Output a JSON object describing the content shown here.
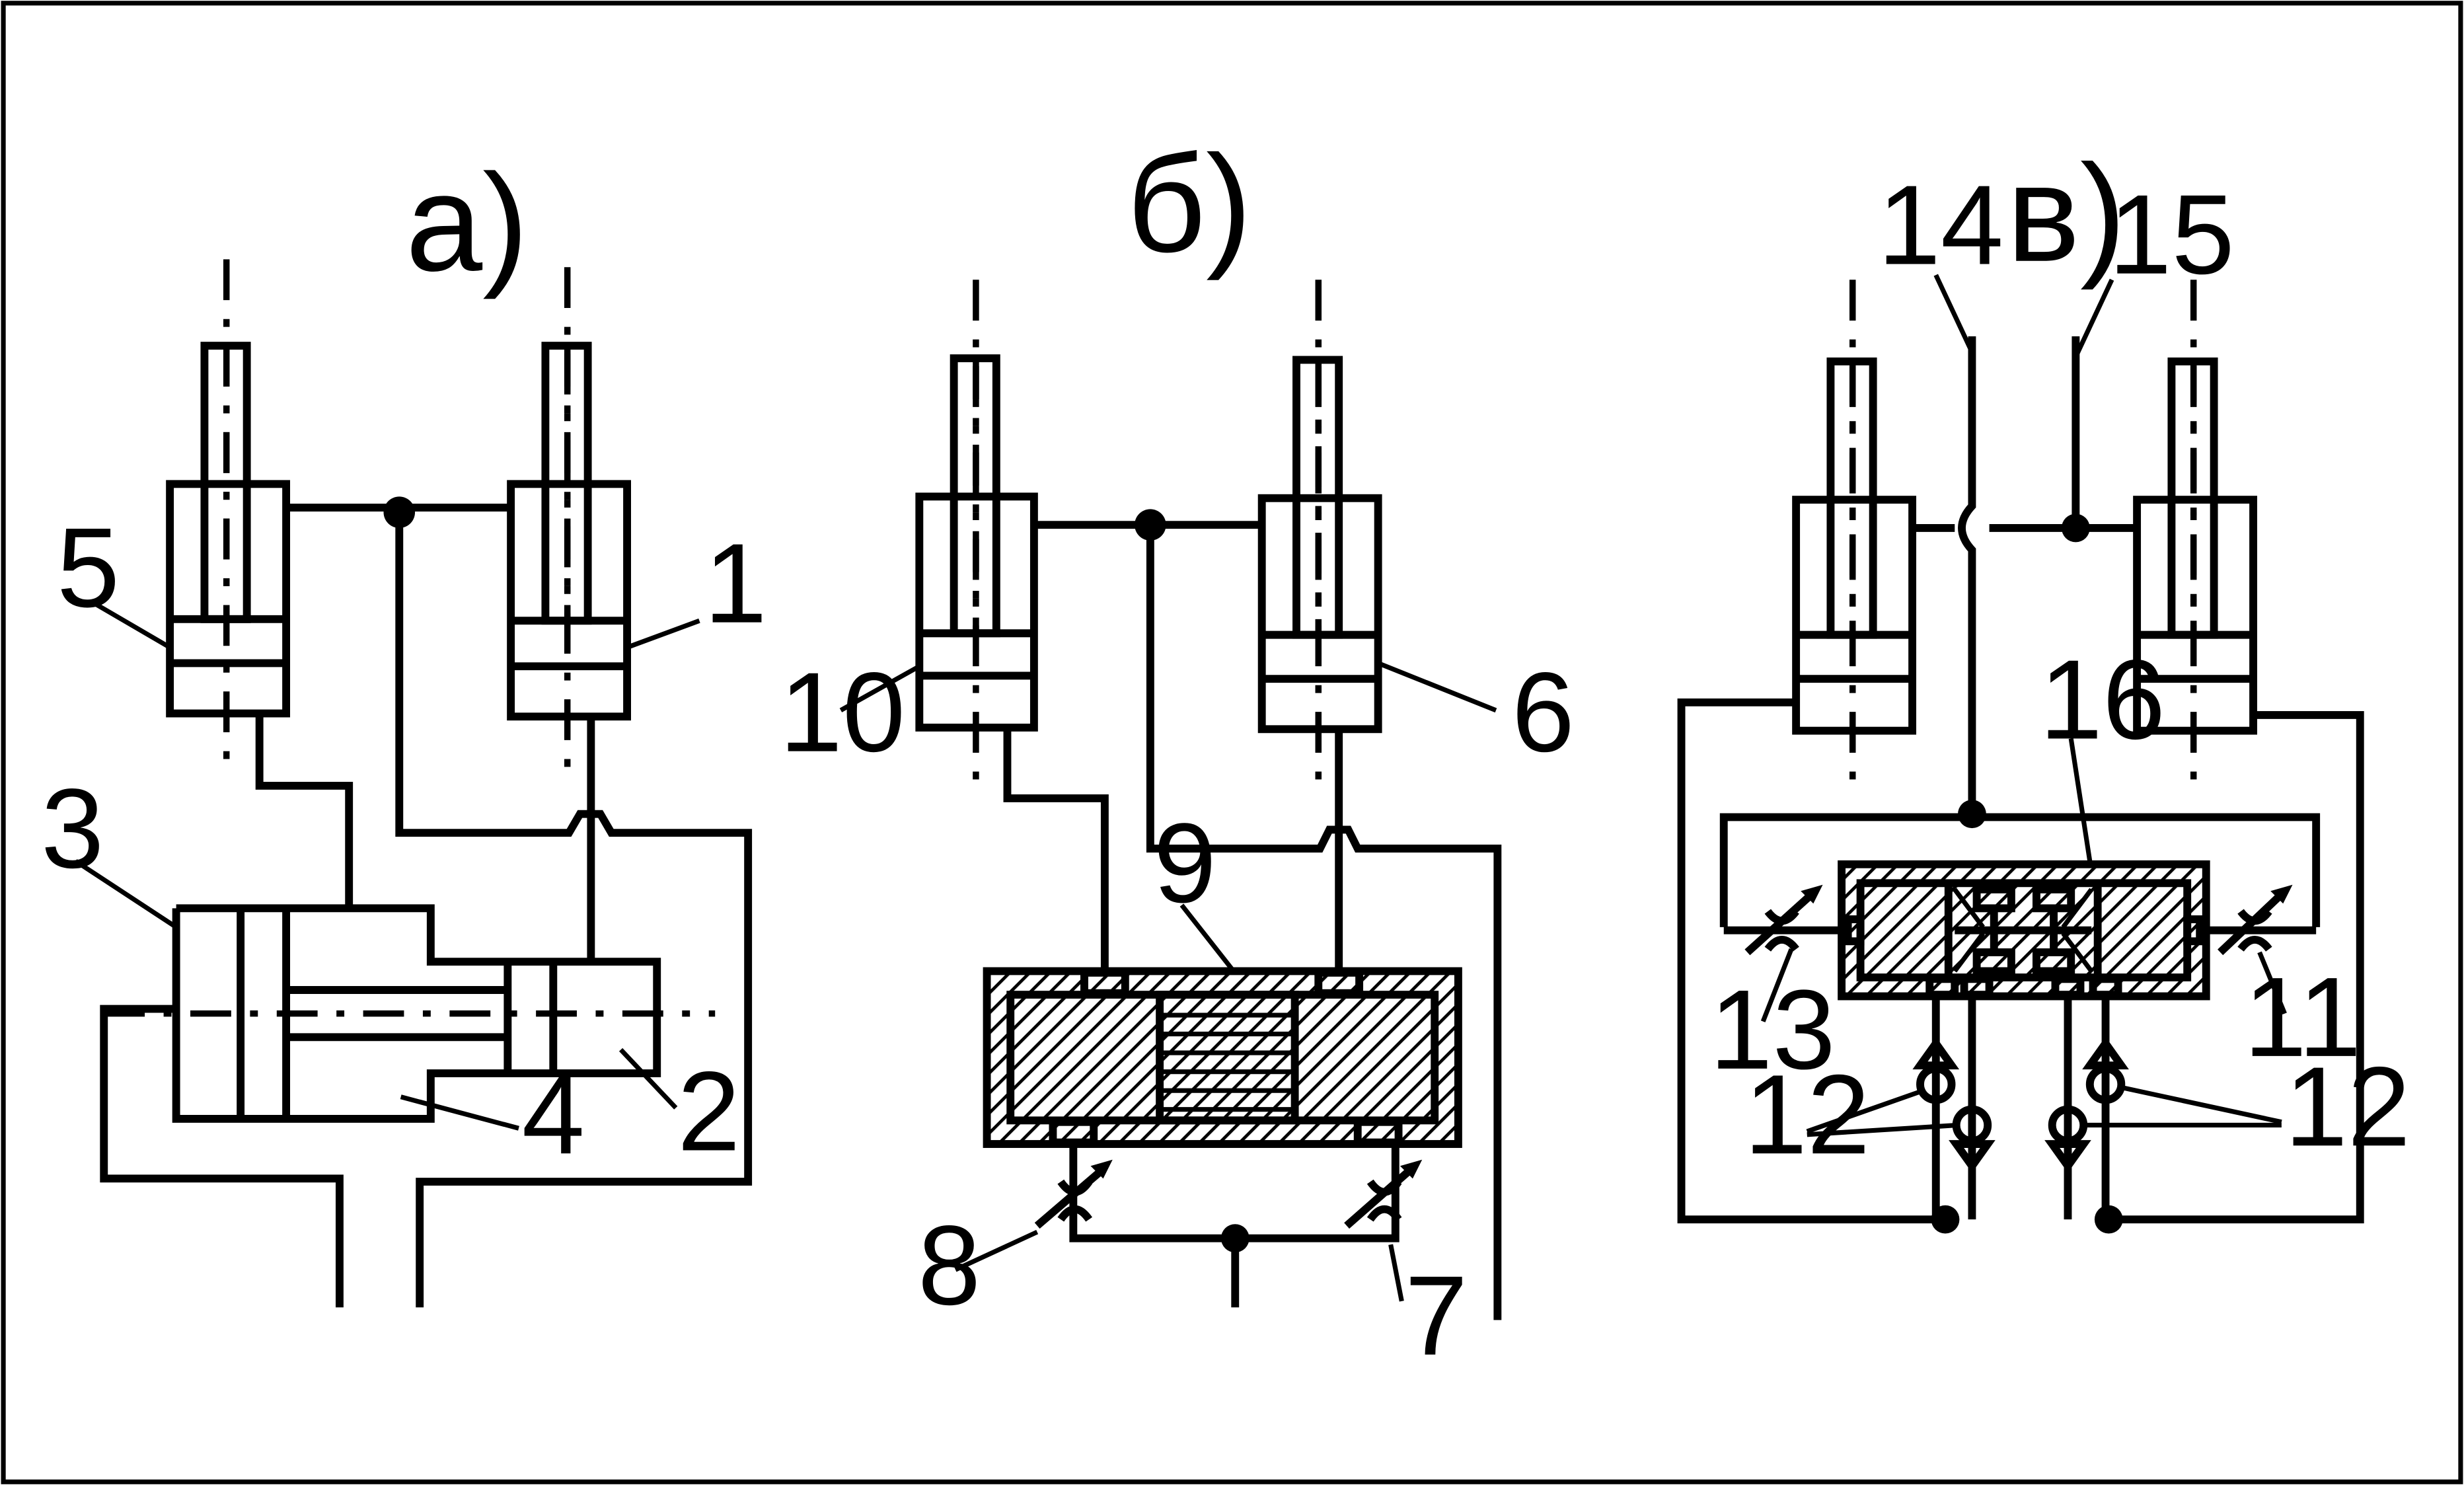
{
  "panels": {
    "a": {
      "title": "а)",
      "labels": {
        "n1": "1",
        "n2": "2",
        "n3": "3",
        "n4": "4",
        "n5": "5"
      }
    },
    "b": {
      "title": "б)",
      "labels": {
        "n6": "6",
        "n7": "7",
        "n8": "8",
        "n9": "9",
        "n10": "10"
      }
    },
    "v": {
      "title": "в)",
      "labels": {
        "n11": "11",
        "n12a": "12",
        "n12b": "12",
        "n13": "13",
        "n14": "14",
        "n15": "15",
        "n16": "16"
      }
    }
  }
}
